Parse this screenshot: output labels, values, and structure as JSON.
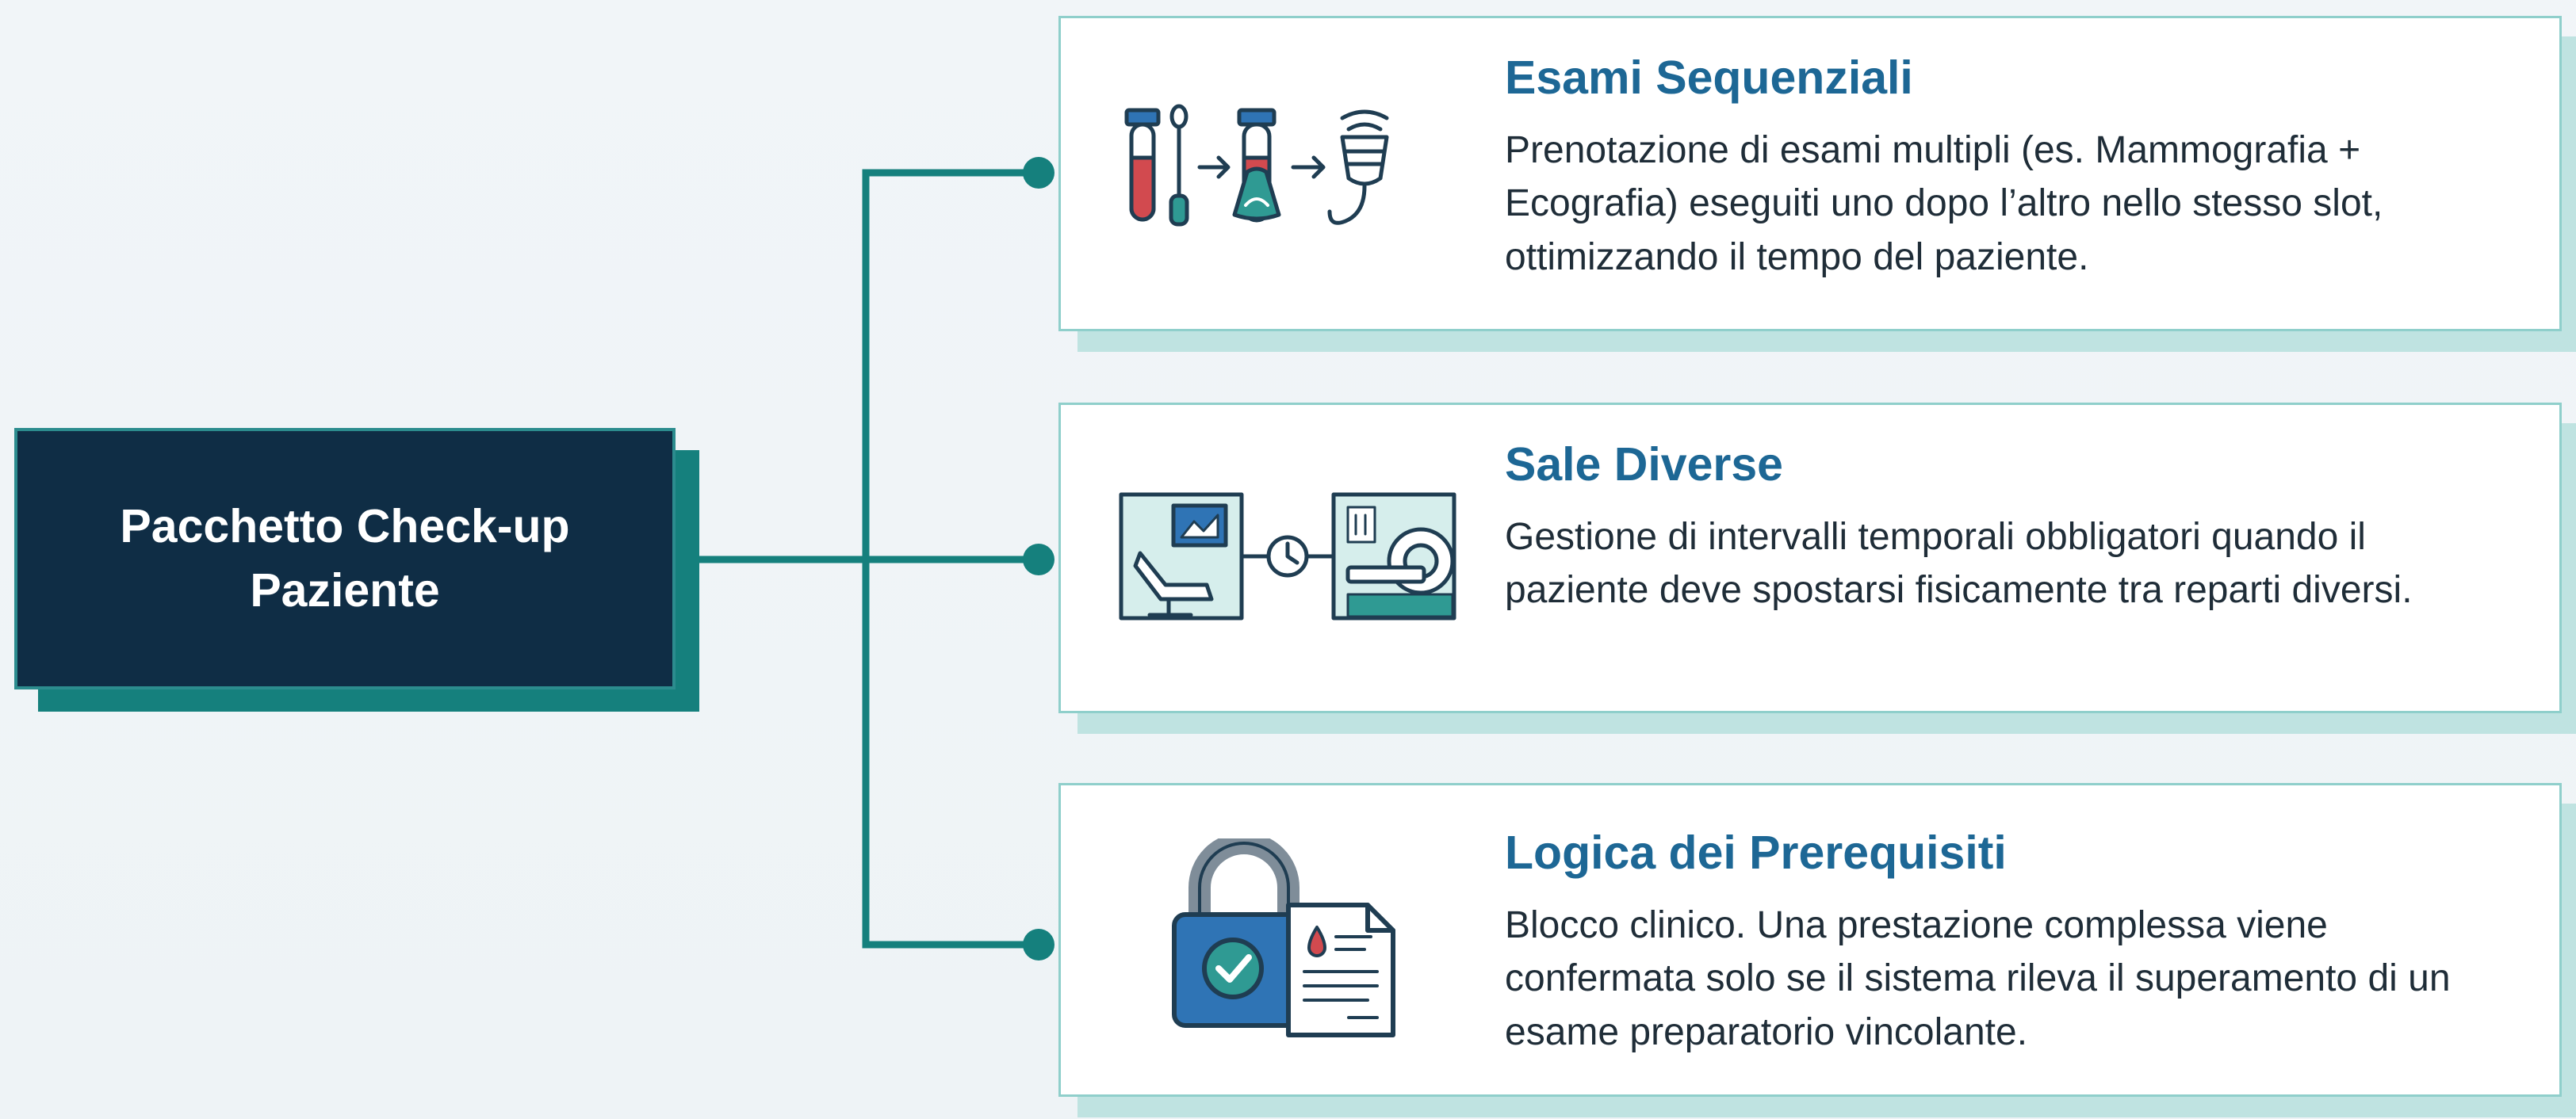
{
  "root": {
    "label": "Pacchetto Check-up Paziente"
  },
  "branches": [
    {
      "title": "Esami Sequenziali",
      "description": "Prenotazione di esami multipli (es. Mammografia + Ecografia) eseguiti uno dopo l’altro nello stesso slot, ottimizzando il tempo del paziente.",
      "icon": "sequential-exams-icon"
    },
    {
      "title": "Sale Diverse",
      "description": "Gestione di intervalli temporali obbligatori quando il paziente deve spostarsi fisicamente tra reparti diversi.",
      "icon": "different-rooms-icon"
    },
    {
      "title": "Logica dei Prerequisiti",
      "description": "Blocco clinico. Una prestazione complessa viene confermata solo se il sistema rileva il superamento di un esame preparatorio vincolante.",
      "icon": "prerequisite-lock-icon"
    }
  ],
  "colors": {
    "root_fill": "#0f2d45",
    "root_shadow": "#15807d",
    "connector": "#15807d",
    "title": "#1d6795",
    "card_border": "#8fcfcb",
    "card_shadow": "#bfe3e1",
    "icon_red": "#d24a4f",
    "icon_blue": "#2f74b5",
    "icon_teal": "#2f9a93"
  }
}
